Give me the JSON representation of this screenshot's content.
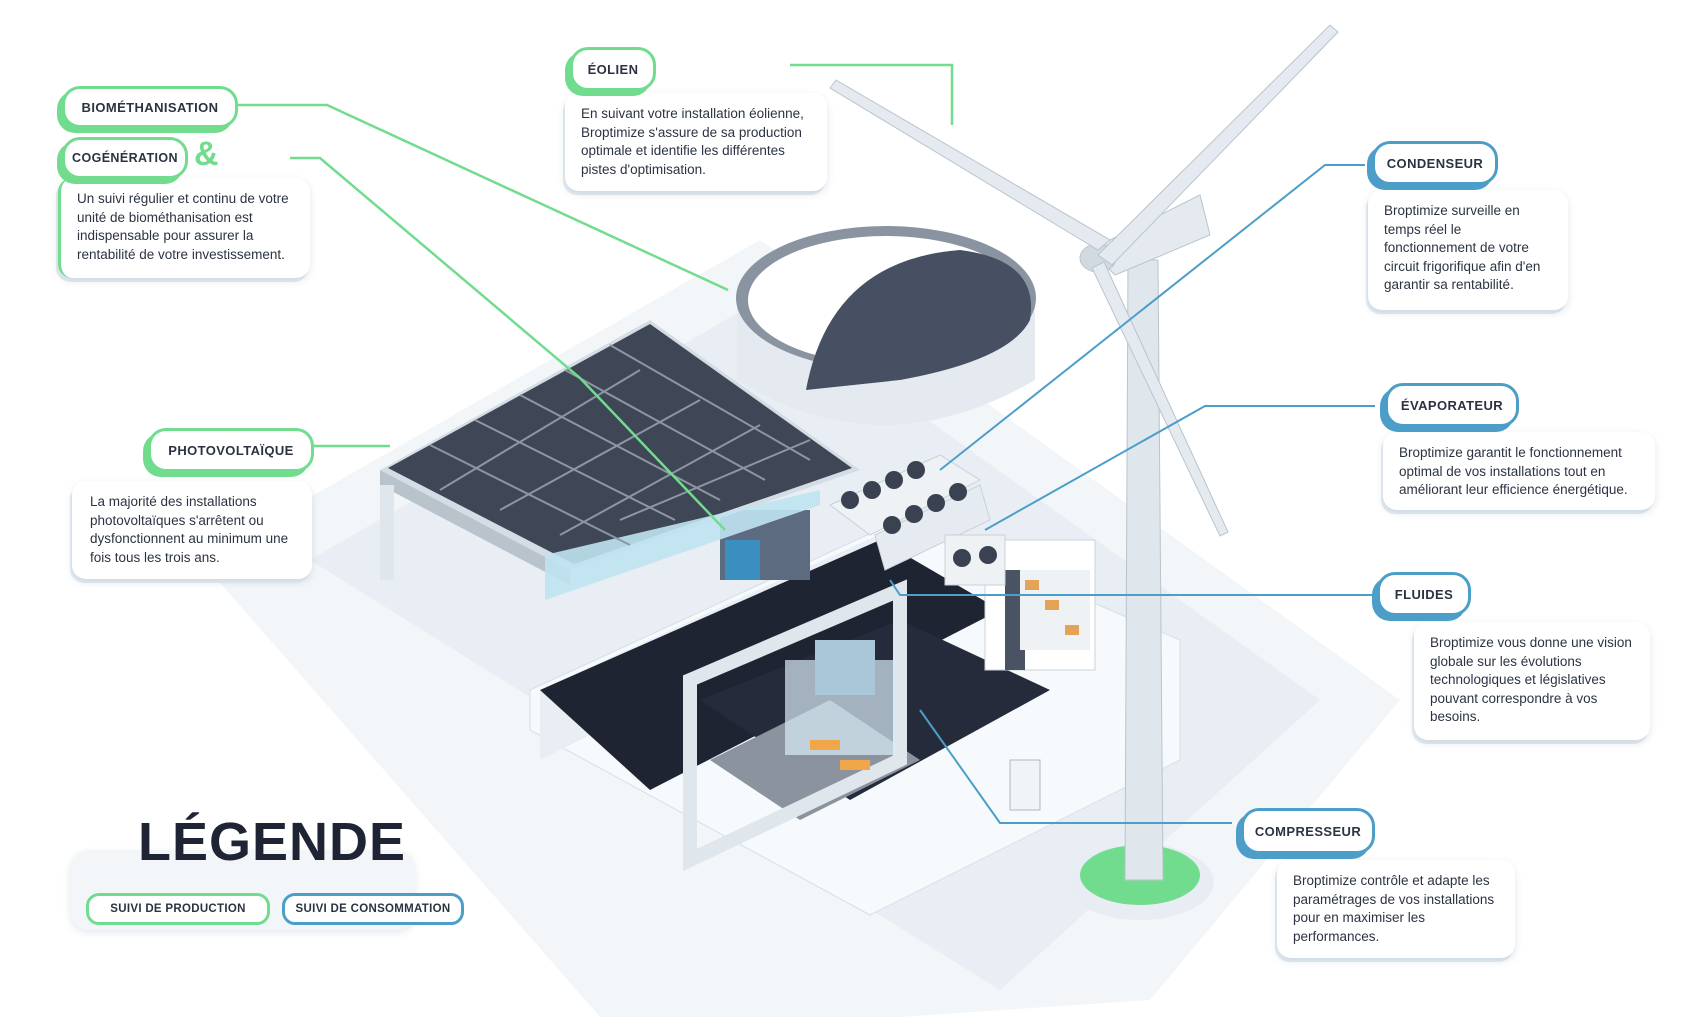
{
  "colors": {
    "production": "#72dc8e",
    "consumption": "#4c9ec9",
    "text": "#2b3342"
  },
  "labels": {
    "biomethanisation": "BIOMÉTHANISATION",
    "cogeneration": "COGÉNÉRATION",
    "ampersand": "&",
    "eolien": "ÉOLIEN",
    "photovoltaique": "PHOTOVOLTAÏQUE",
    "condenseur": "CONDENSEUR",
    "evaporateur": "ÉVAPORATEUR",
    "fluides": "FLUIDES",
    "compresseur": "COMPRESSEUR"
  },
  "descriptions": {
    "biomethanisation": "Un suivi régulier et continu de votre unité de biométhanisation est indispensable pour assurer la rentabilité de votre investissement.",
    "eolien": "En suivant votre installation éolienne, Broptimize s'assure de sa production optimale et identifie les différentes pistes d'optimisation.",
    "photovoltaique": "La majorité des installations photovoltaïques s'arrêtent ou dysfonctionnent au minimum une fois tous les trois ans.",
    "condenseur": "Broptimize surveille en temps réel le fonctionnement de votre circuit frigorifique afin d'en garantir sa rentabilité.",
    "evaporateur": "Broptimize garantit le fonctionnement optimal de vos installations tout en améliorant leur efficience énergétique.",
    "fluides": "Broptimize vous donne une vision globale sur les évolutions technologiques et législatives pouvant correspondre à vos besoins.",
    "compresseur": "Broptimize contrôle et adapte les paramétrages de vos installations pour en maximiser les performances."
  },
  "legend": {
    "title": "LÉGENDE",
    "production": "SUIVI DE PRODUCTION",
    "consumption": "SUIVI DE CONSOMMATION"
  }
}
